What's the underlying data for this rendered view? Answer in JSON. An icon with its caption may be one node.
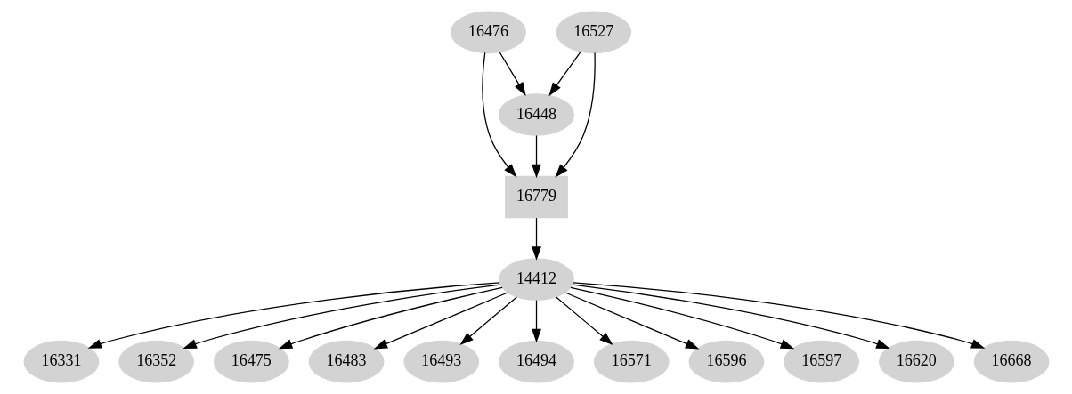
{
  "diagram": {
    "nodes": [
      {
        "text": [
          "16476"
        ]
      },
      {
        "text": [
          "16527"
        ]
      },
      {
        "text": [
          "16448"
        ]
      },
      {
        "text": [
          "16779"
        ]
      },
      {
        "text": [
          "14412"
        ]
      },
      {
        "text": [
          "16331"
        ]
      },
      {
        "text": [
          "16352"
        ]
      },
      {
        "text": [
          "16475"
        ]
      },
      {
        "text": [
          "16483"
        ]
      },
      {
        "text": [
          "16493"
        ]
      },
      {
        "text": [
          "16494"
        ]
      },
      {
        "text": [
          "16571"
        ]
      },
      {
        "text": [
          "16596"
        ]
      },
      {
        "text": [
          "16597"
        ]
      },
      {
        "text": [
          "16620"
        ]
      },
      {
        "text": [
          "16668"
        ]
      }
    ],
    "edges": [
      {
        "from": 0,
        "to": 2,
        "arrow": "to"
      },
      {
        "from": 0,
        "to": 3,
        "arrow": "to"
      },
      {
        "from": 1,
        "to": 2,
        "arrow": "to"
      },
      {
        "from": 1,
        "to": 3,
        "arrow": "to"
      },
      {
        "from": 2,
        "to": 3,
        "arrow": "to"
      },
      {
        "from": 3,
        "to": 4,
        "arrow": "to"
      },
      {
        "from": 4,
        "to": 5,
        "arrow": "to"
      },
      {
        "from": 4,
        "to": 6,
        "arrow": "to"
      },
      {
        "from": 4,
        "to": 7,
        "arrow": "to"
      },
      {
        "from": 4,
        "to": 8,
        "arrow": "to"
      },
      {
        "from": 4,
        "to": 9,
        "arrow": "to"
      },
      {
        "from": 4,
        "to": 10,
        "arrow": "to"
      },
      {
        "from": 4,
        "to": 11,
        "arrow": "to"
      },
      {
        "from": 4,
        "to": 12,
        "arrow": "to"
      },
      {
        "from": 4,
        "to": 13,
        "arrow": "to"
      },
      {
        "from": 4,
        "to": 14,
        "arrow": "to"
      },
      {
        "from": 4,
        "to": 15,
        "arrow": "to"
      }
    ]
  }
}
